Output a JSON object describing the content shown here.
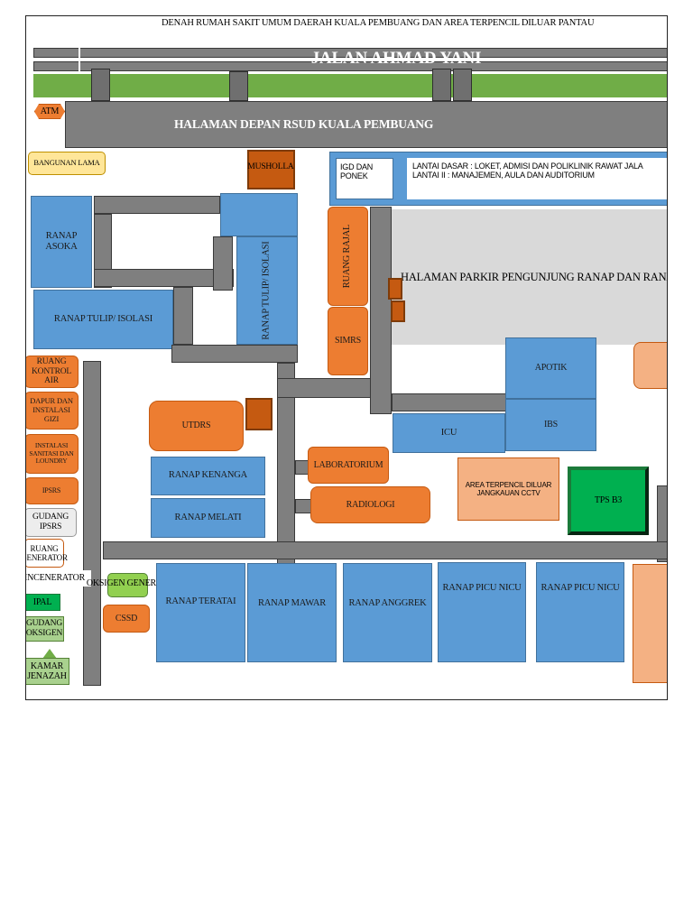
{
  "title": "DENAH RUMAH SAKIT UMUM DAERAH KUALA PEMBUANG DAN AREA TERPENCIL DILUAR PANTAU",
  "street": "JALAN AHMAD YANI",
  "front_yard": "HALAMAN DEPAN RSUD KUALA PEMBUANG",
  "atm": "ATM",
  "old_building": "BANGUNAN LAMA",
  "musholla": "MUSHOLLA",
  "igd": "IGD DAN PONEK",
  "main_building": {
    "floor_ground": "LANTAI DASAR : LOKET, ADMISI DAN POLIKLINIK RAWAT JALA",
    "floor_two": "LANTAI II : MANAJEMEN, AULA DAN AUDITORIUM"
  },
  "parking": "HALAMAN PARKIR PENGUNJUNG RANAP DAN RANAP",
  "rooms": {
    "ranap_asoka": "RANAP ASOKA",
    "ranap_tulip_isolasi_v": "RANAP TULIP/ ISOLASI",
    "ranap_tulip_isolasi_h": "RANAP TULIP/ ISOLASI",
    "ruang_rajal": "RUANG RAJAL",
    "simrs": "SIMRS",
    "apotik": "APOTIK",
    "icu": "ICU",
    "ibs": "IBS",
    "utdrs": "UTDRS",
    "ranap_kenanga": "RANAP KENANGA",
    "ranap_melati": "RANAP MELATI",
    "laboratorium": "LABORATORIUM",
    "radiologi": "RADIOLOGI",
    "area_terpencil": "AREA TERPENCIL DILUAR JANGKAUAN CCTV",
    "tps_b3": "TPS B3",
    "ruang_kontrol_air": "RUANG KONTROL AIR",
    "dapur": "DAPUR DAN INSTALASI GIZI",
    "instalasi_sanitasi": "INSTALASI SANITASI DAN LOUNDRY",
    "ipsrs": "IPSRS",
    "gudang_ipsrs": "GUDANG IPSRS",
    "ruang_generator": "RUANG GENERATOR",
    "incenerator": "INCENERATOR",
    "oksigen_generator": "OKSIGEN GENERATOR",
    "ipal": "IPAL",
    "cssd": "CSSD",
    "gudang_oksigen": "GUDANG OKSIGEN",
    "kamar_jenazah": "KAMAR JENAZAH",
    "ranap_teratai": "RANAP TERATAI",
    "ranap_mawar": "RANAP MAWAR",
    "ranap_anggrek": "RANAP ANGGREK",
    "ranap_picu_nicu_1": "RANAP PICU NICU",
    "ranap_picu_nicu_2": "RANAP PICU NICU"
  },
  "colors": {
    "inpatient": "#5b9bd5",
    "service": "#ed7d31",
    "road": "#7f7f7f",
    "grass": "#70ad47",
    "remote_area": "#f4b183",
    "hazard": "#00b050",
    "parking": "#d9d9d9"
  }
}
